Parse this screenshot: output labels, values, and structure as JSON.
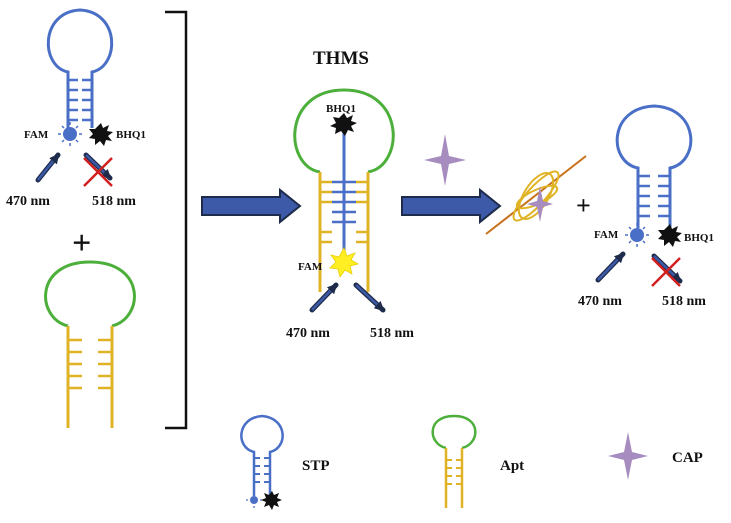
{
  "title": "THMS",
  "left_panel": {
    "fam_label": "FAM",
    "bhq_label": "BHQ1",
    "excitation": "470 nm",
    "emission": "518 nm",
    "plus": "+"
  },
  "center_panel": {
    "bhq_label": "BHQ1",
    "fam_label": "FAM",
    "excitation": "470 nm",
    "emission": "518 nm"
  },
  "right_panel": {
    "plus": "+",
    "fam_label": "FAM",
    "bhq_label": "BHQ1",
    "excitation": "470 nm",
    "emission": "518 nm"
  },
  "legend": {
    "stp": "STP",
    "apt": "Apt",
    "cap": "CAP"
  },
  "colors": {
    "stp_strand": "#4a6fc7",
    "apt_loop": "#4caf3a",
    "apt_stem": "#e0b324",
    "process_arrow": "#3c5aa8",
    "cap_star": "#a78cc0",
    "fam_active": "#ffee22",
    "quencher": "#111111",
    "blocked_cross": "#d22020"
  }
}
